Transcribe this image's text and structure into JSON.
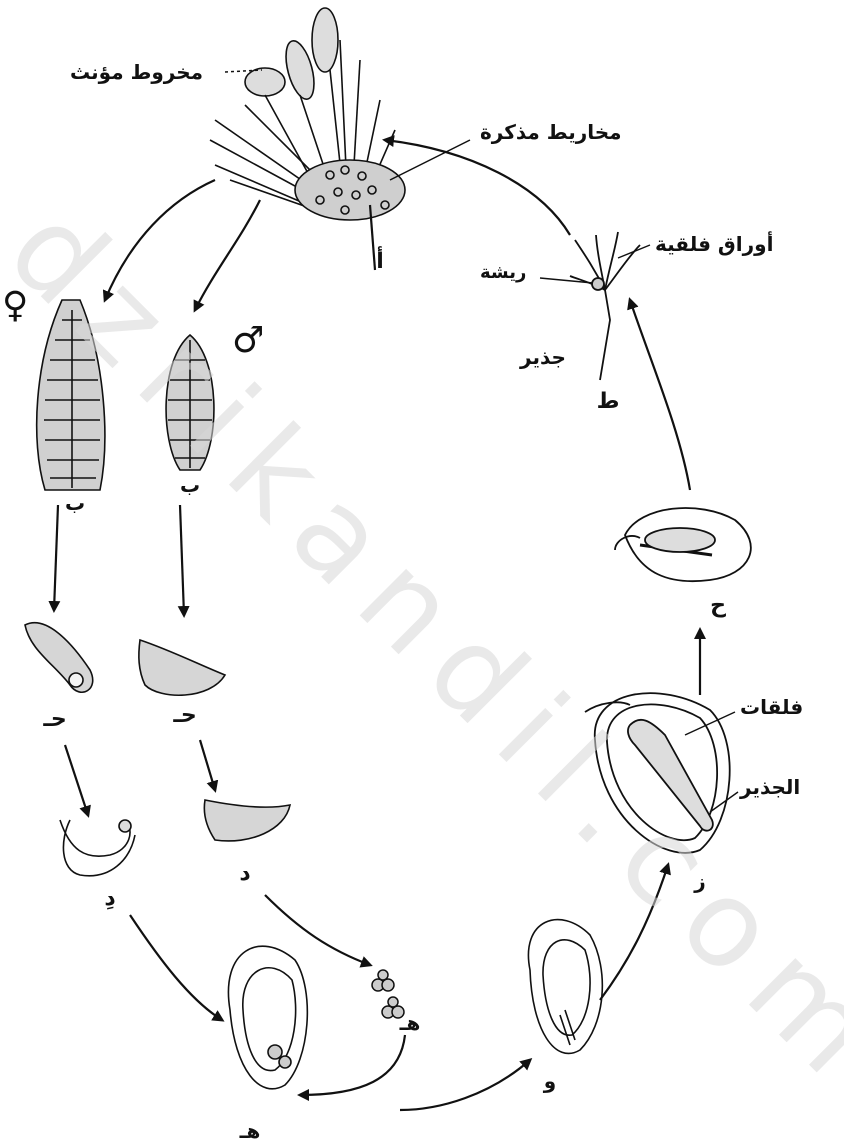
{
  "watermark": "dzrikandil.com",
  "labels": {
    "female_cone": "مخروط مؤنث",
    "male_cones": "مخاريط مذكرة",
    "cotyledon_leaves": "أوراق فلقية",
    "plumule": "ريشة",
    "radicle_top": "جذير",
    "cotyledons": "فلقات",
    "radicle_seed": "الجذير"
  },
  "symbols": {
    "female": "♀",
    "male": "♂"
  },
  "stage_letters": {
    "a": "أ",
    "b_female": "ب",
    "b_male": "ب",
    "c_female": "حـ",
    "c_male": "حـ",
    "d_female": "دِ",
    "d_male": "د",
    "e_pollen": "هـ",
    "e_ovule": "هـ",
    "w": "و",
    "z": "ز",
    "h": "ح",
    "t": "ط"
  }
}
